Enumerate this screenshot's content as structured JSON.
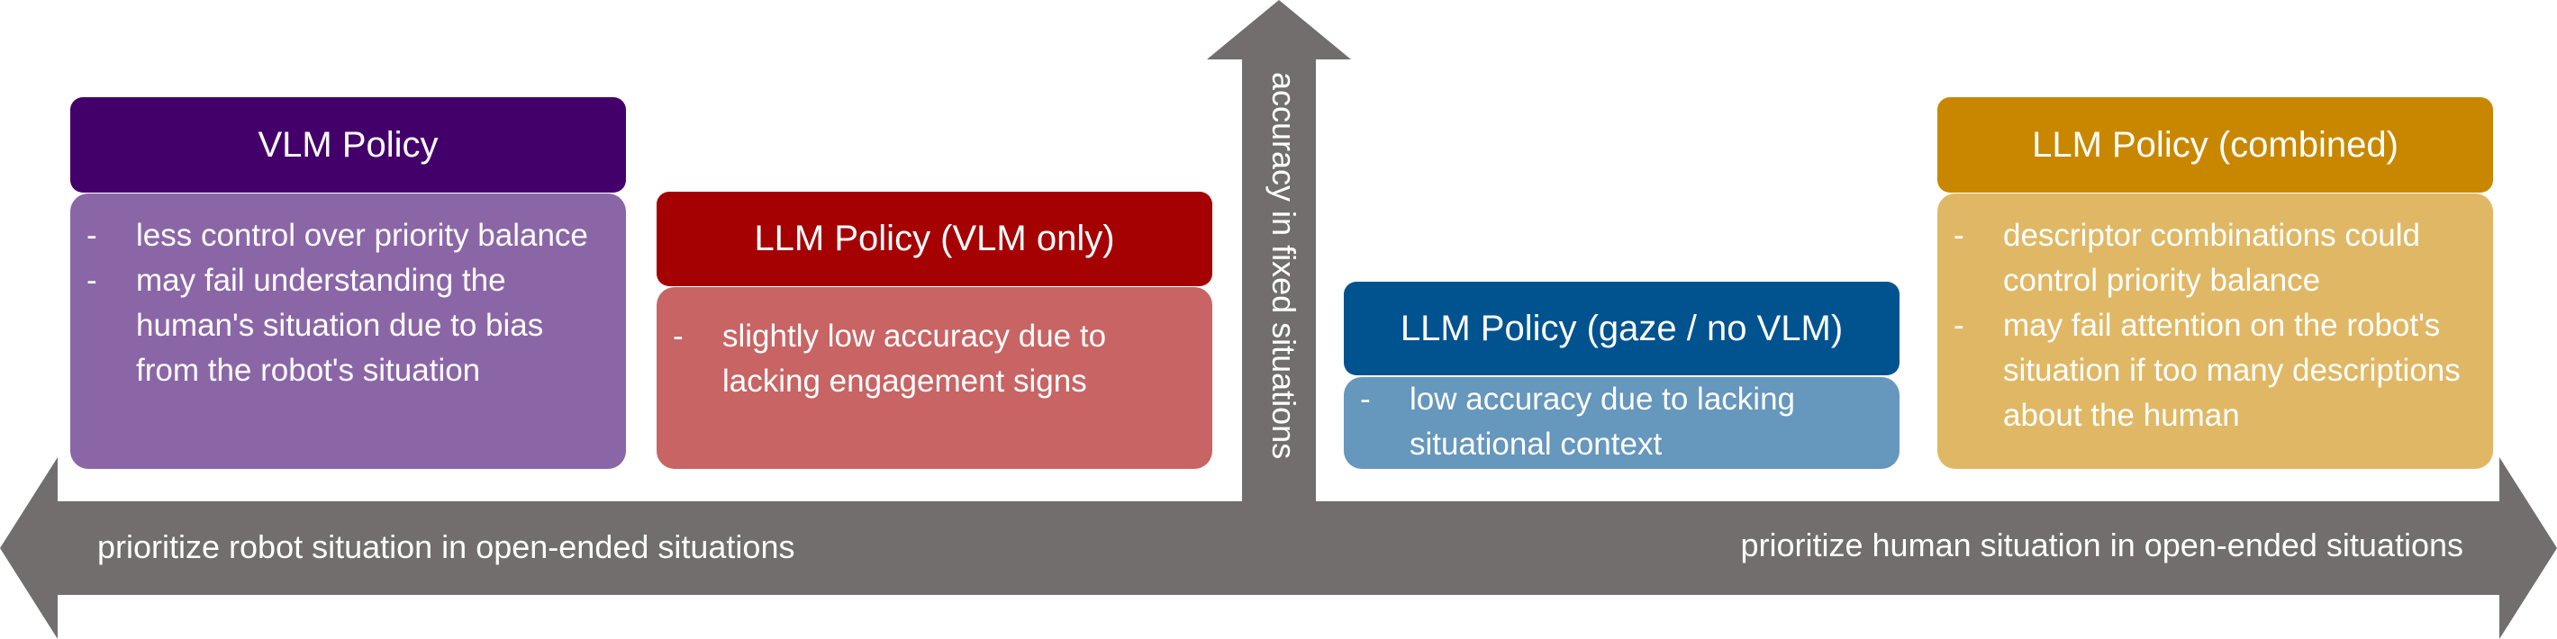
{
  "axes": {
    "left_label": "prioritize robot situation in open-ended situations",
    "right_label": "prioritize human situation in open-ended situations",
    "vertical_label": "accuracy in fixed situations"
  },
  "cards": [
    {
      "title": "VLM Policy",
      "header_color": "#43006a",
      "body_color": "#8b66a7",
      "bullets": [
        "less control over priority balance",
        "may fail understanding the human's situation due to bias from the robot's situation"
      ]
    },
    {
      "title": "LLM Policy (VLM only)",
      "header_color": "#a50002",
      "body_color": "#c86464",
      "bullets": [
        "slightly low accuracy due to lacking engagement signs"
      ]
    },
    {
      "title": "LLM Policy (gaze / no VLM)",
      "header_color": "#00538f",
      "body_color": "#6697bc",
      "bullets": [
        "low accuracy due to lacking situational context"
      ]
    },
    {
      "title": "LLM Policy (combined)",
      "header_color": "#c98700",
      "body_color": "#e0b865",
      "bullets": [
        "descriptor combinations could control priority balance",
        "may fail attention on the robot's situation if too many descriptions about the human"
      ]
    }
  ],
  "bullet_marker": "-",
  "arrow_color": "#716e6d"
}
